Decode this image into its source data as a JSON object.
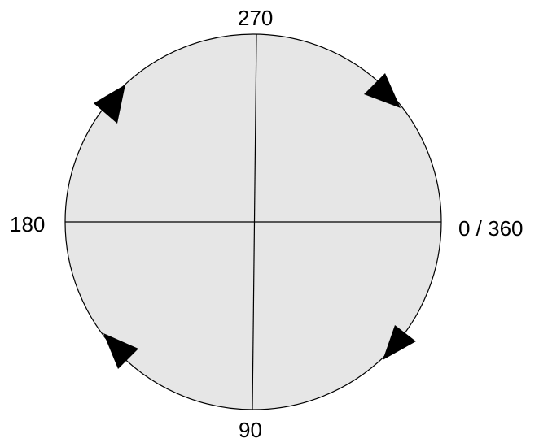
{
  "diagram": {
    "labels": {
      "top": "270",
      "left": "180",
      "right": "0 / 360",
      "bottom": "90"
    },
    "colors": {
      "disc_fill": "#e6e6e6",
      "stroke": "#000000",
      "arrow_fill": "#000000"
    },
    "arrow_direction": "clockwise"
  }
}
